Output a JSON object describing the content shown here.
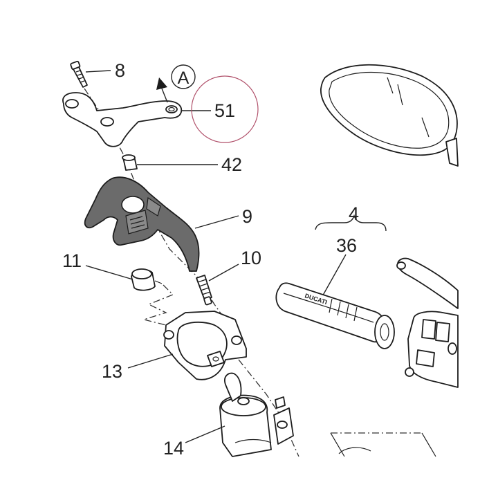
{
  "diagram": {
    "callouts": {
      "c8": "8",
      "cA": "A",
      "c51": "51",
      "c42": "42",
      "c9": "9",
      "c4": "4",
      "c36": "36",
      "c11": "11",
      "c10": "10",
      "c13": "13",
      "c14": "14"
    },
    "grip_brand": "DUCATI",
    "colors": {
      "ink": "#1c1c1c",
      "rubber": "#6b6b6b",
      "highlight_circle": "#b0506a"
    }
  }
}
